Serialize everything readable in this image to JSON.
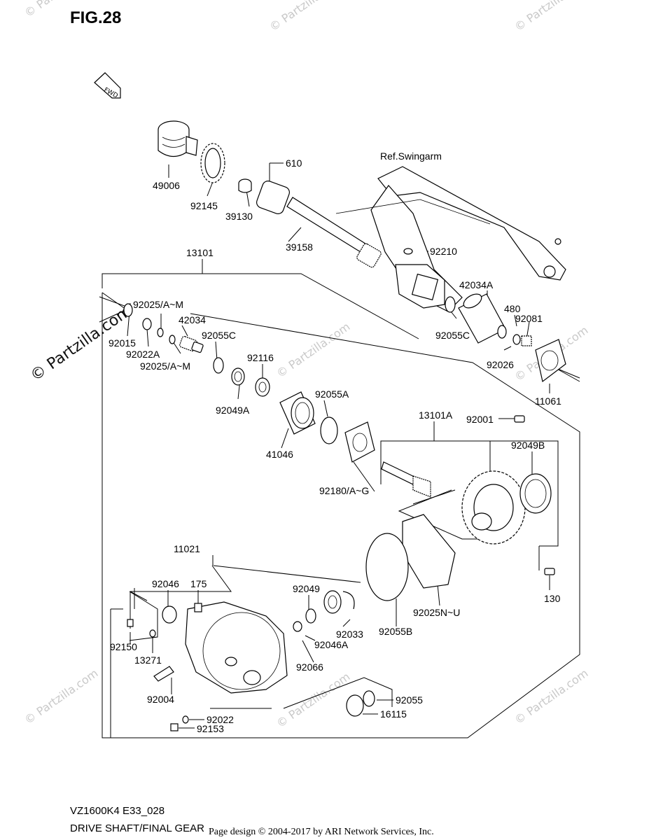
{
  "figure": {
    "title": "FIG.28",
    "fwd_badge": "FWD"
  },
  "watermark": {
    "text": "© Partzilla.com",
    "side_text": "© Partzilla.com"
  },
  "reference": {
    "swingarm": "Ref.Swingarm"
  },
  "labels": {
    "p49006": "49006",
    "p92145": "92145",
    "p39130": "39130",
    "p610": "610",
    "p39158": "39158",
    "p92210": "92210",
    "p13101": "13101",
    "p42034A": "42034A",
    "p480": "480",
    "p92081": "92081",
    "p92055C_top": "92055C",
    "p92026": "92026",
    "p11061": "11061",
    "p92025AM_1": "92025/A~M",
    "p42034": "42034",
    "p92015": "92015",
    "p92022A": "92022A",
    "p92025AM_2": "92025/A~M",
    "p92055C": "92055C",
    "p92116": "92116",
    "p92049A": "92049A",
    "p92055A": "92055A",
    "p41046": "41046",
    "p13101A": "13101A",
    "p92001": "92001",
    "p92049B": "92049B",
    "p92180": "92180/A~G",
    "p11021": "11021",
    "p92046": "92046",
    "p175": "175",
    "p92049": "92049",
    "p130": "130",
    "p92150": "92150",
    "p13271": "13271",
    "p92033": "92033",
    "p92046A": "92046A",
    "p92055B": "92055B",
    "p92025NU": "92025N~U",
    "p92066": "92066",
    "p92004": "92004",
    "p92055": "92055",
    "p16115": "16115",
    "p92022": "92022",
    "p92153": "92153"
  },
  "footer": {
    "model_code": "VZ1600K4 E33_028",
    "section_title": "DRIVE SHAFT/FINAL GEAR",
    "copyright": "Page design © 2004-2017 by ARI Network Services, Inc."
  }
}
